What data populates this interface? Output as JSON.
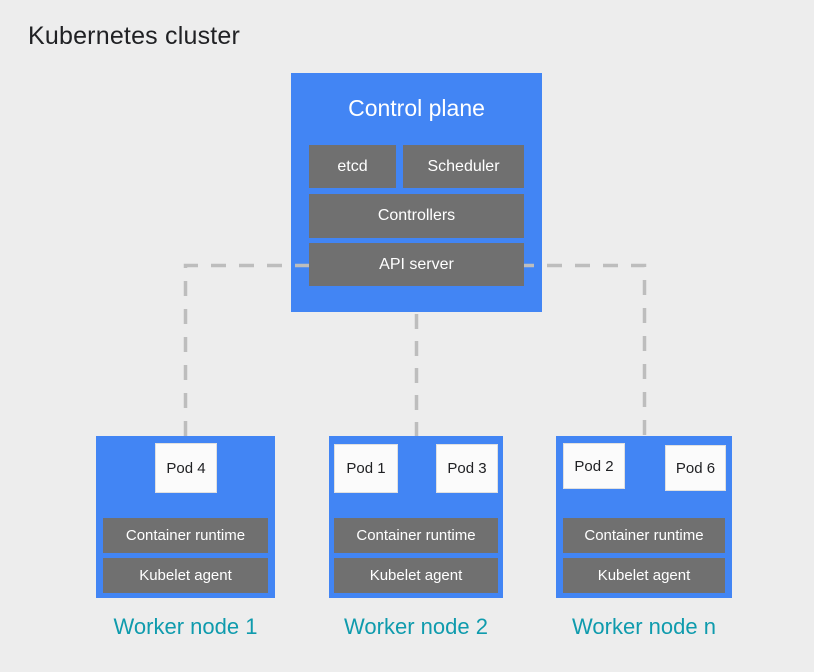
{
  "diagram_title": "Kubernetes cluster",
  "control_plane": {
    "title": "Control plane",
    "components": {
      "etcd": "etcd",
      "scheduler": "Scheduler",
      "controllers": "Controllers",
      "api_server": "API server"
    }
  },
  "workers": [
    {
      "label": "Worker node 1",
      "pods": [
        "Pod 4"
      ],
      "container_runtime": "Container runtime",
      "kubelet_agent": "Kubelet agent"
    },
    {
      "label": "Worker node 2",
      "pods": [
        "Pod 1",
        "Pod 3"
      ],
      "container_runtime": "Container runtime",
      "kubelet_agent": "Kubelet agent"
    },
    {
      "label": "Worker node n",
      "pods": [
        "Pod 2",
        "Pod 6"
      ],
      "container_runtime": "Container runtime",
      "kubelet_agent": "Kubelet agent"
    }
  ],
  "colors": {
    "background": "#EDEDED",
    "node_blue": "#4285F4",
    "component_gray": "#707070",
    "pod_background": "#FBFBFB",
    "pod_border": "#E0E0E0",
    "connector_gray": "#BDBDBD",
    "worker_label_teal": "#0F9BAD",
    "title_text": "#202124",
    "component_text": "#FFFFFF"
  }
}
